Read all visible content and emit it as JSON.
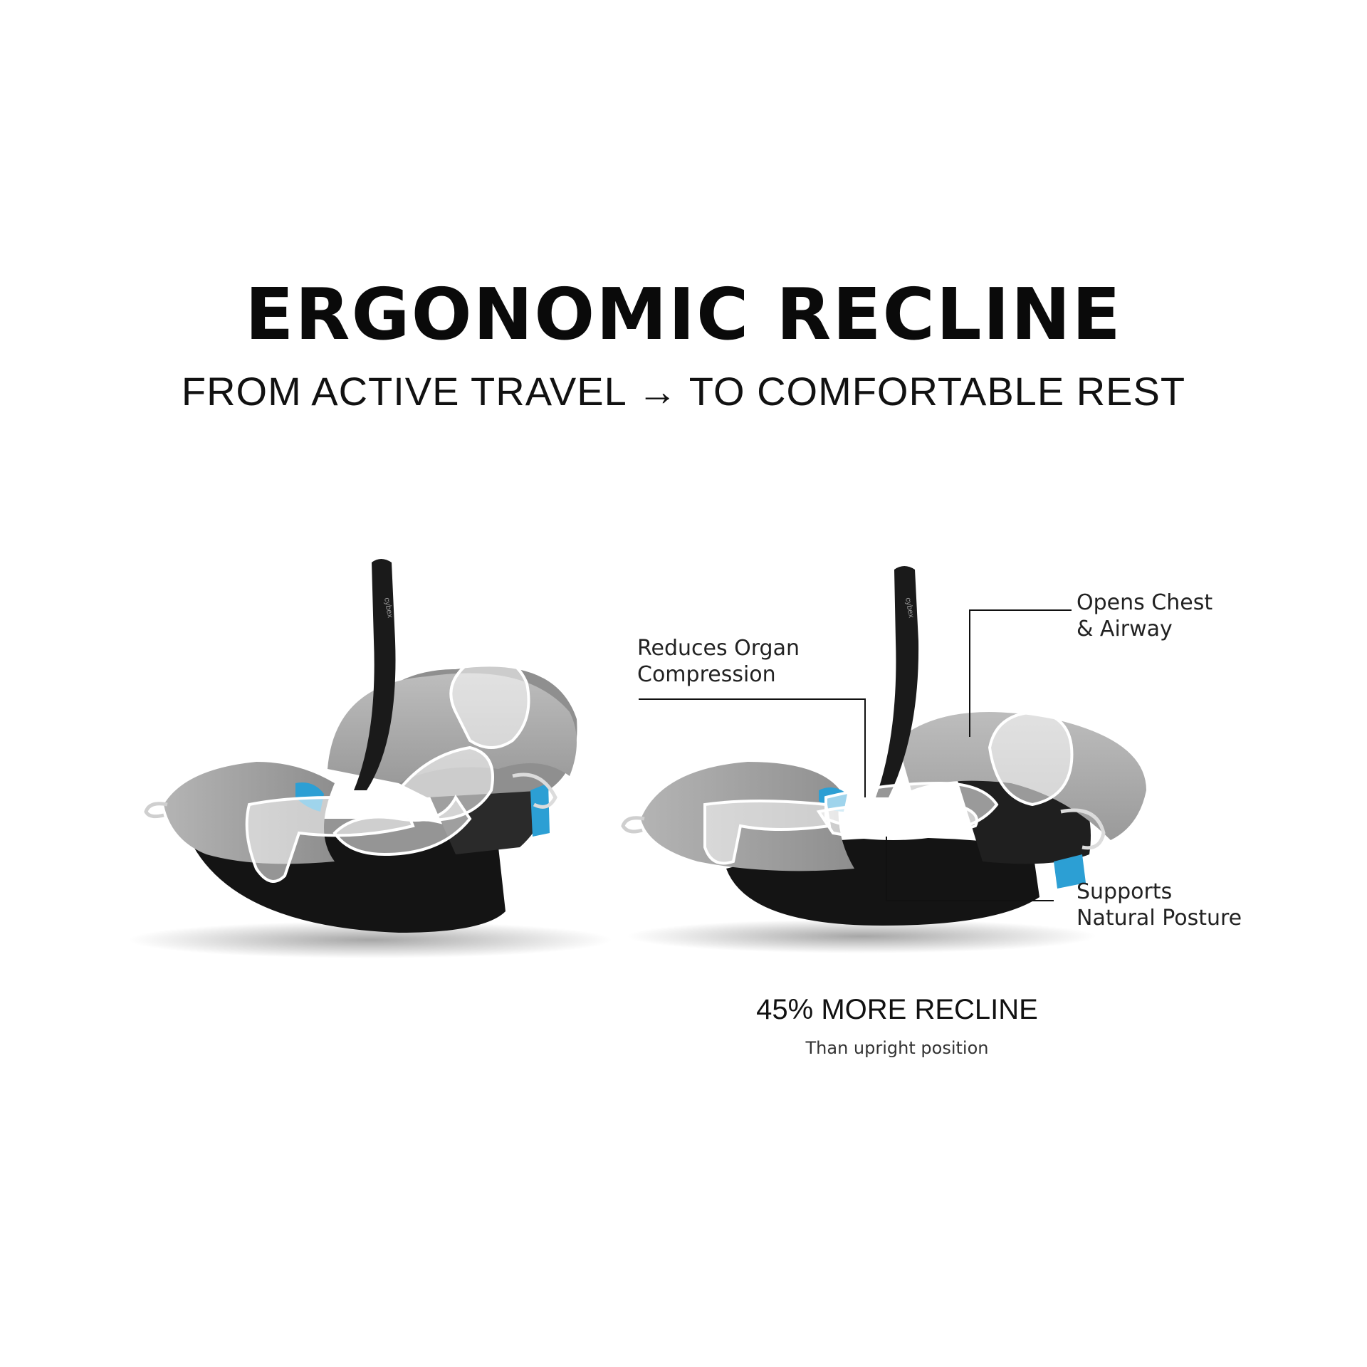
{
  "header": {
    "title": "ERGONOMIC RECLINE",
    "subtitle": "FROM ACTIVE TRAVEL → TO COMFORTABLE REST"
  },
  "callouts": {
    "organ": [
      "Reduces Organ",
      "Compression"
    ],
    "chest": [
      "Opens Chest",
      "& Airway"
    ],
    "posture": [
      "Supports",
      "Natural Posture"
    ]
  },
  "stat": {
    "value": "45% MORE RECLINE",
    "caption": "Than upright position"
  },
  "brand_mark": "cybex",
  "colors": {
    "shell": "#a9a9a9",
    "base": "#111111",
    "accent": "#2c9fd4",
    "baby_outline": "#ffffff"
  }
}
